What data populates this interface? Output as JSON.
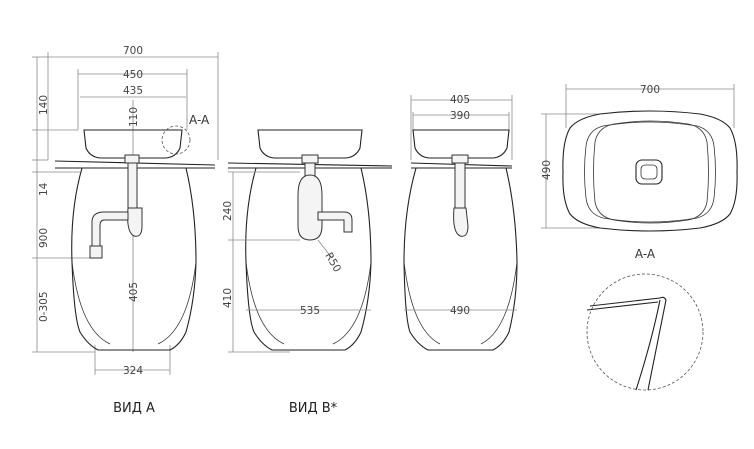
{
  "views": {
    "view_a": {
      "caption": "ВИД А",
      "dims": {
        "width_700": "700",
        "width_450": "450",
        "width_435": "435",
        "height_140": "140",
        "height_110": "110",
        "height_14": "14",
        "height_900": "900",
        "range_0_305": "0-305",
        "height_405": "405",
        "width_324": "324"
      },
      "section_label": "A-A"
    },
    "view_b": {
      "caption": "ВИД В*",
      "dims": {
        "height_240": "240",
        "radius": "R50",
        "height_410": "410",
        "width_535": "535"
      }
    },
    "view_side": {
      "dims": {
        "width_405": "405",
        "width_390": "390",
        "width_490": "490"
      }
    },
    "view_top": {
      "dims": {
        "width_700": "700",
        "height_490": "490"
      }
    },
    "section": {
      "title": "A-A"
    }
  }
}
